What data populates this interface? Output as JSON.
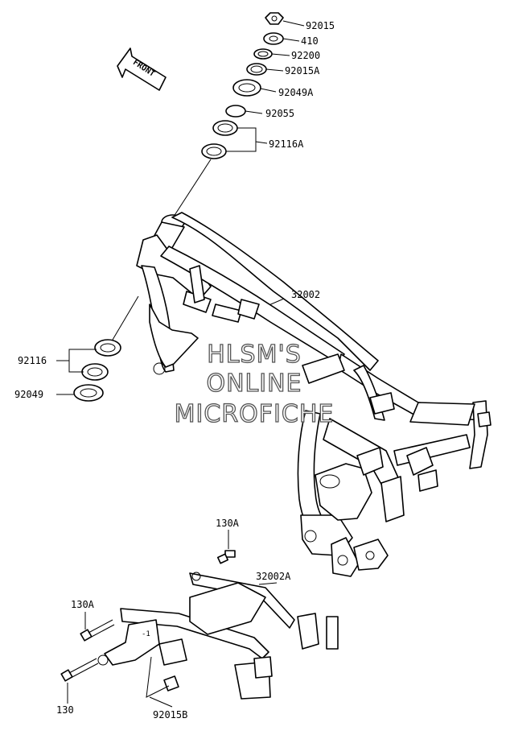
{
  "front_arrow_label": "FRONT",
  "watermark": [
    "HLSM'S",
    "ONLINE",
    "MICROFICHE"
  ],
  "parts": [
    {
      "id": "p92015",
      "label": "92015"
    },
    {
      "id": "p410",
      "label": "410"
    },
    {
      "id": "p92200",
      "label": "92200"
    },
    {
      "id": "p92015A",
      "label": "92015A"
    },
    {
      "id": "p92049A",
      "label": "92049A"
    },
    {
      "id": "p92055",
      "label": "92055"
    },
    {
      "id": "p92116A",
      "label": "92116A"
    },
    {
      "id": "p32002",
      "label": "32002"
    },
    {
      "id": "p92116",
      "label": "92116"
    },
    {
      "id": "p92049",
      "label": "92049"
    },
    {
      "id": "p130A_top",
      "label": "130A"
    },
    {
      "id": "p32002A",
      "label": "32002A"
    },
    {
      "id": "p130A_left",
      "label": "130A"
    },
    {
      "id": "p130",
      "label": "130"
    },
    {
      "id": "p92015B",
      "label": "92015B"
    }
  ]
}
